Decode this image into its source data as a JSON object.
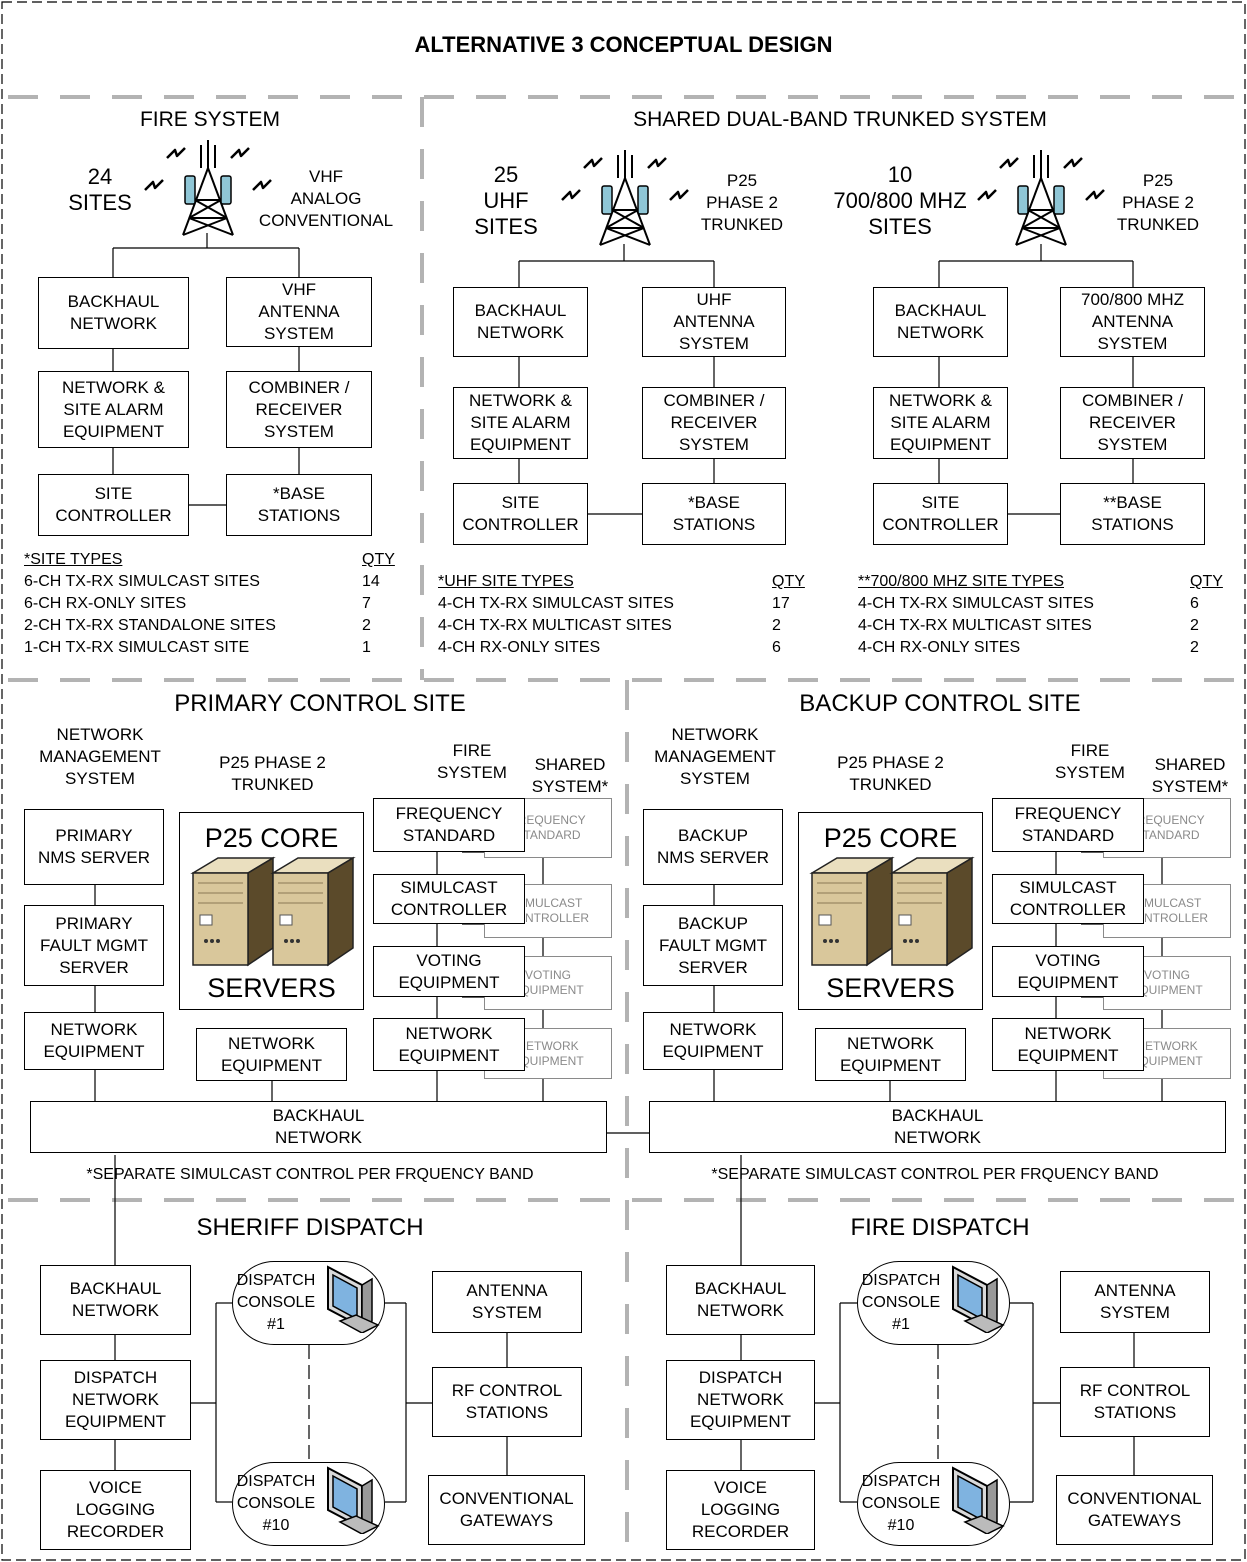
{
  "title": "ALTERNATIVE 3 CONCEPTUAL DESIGN",
  "fire_system": {
    "heading": "FIRE SYSTEM",
    "sites": "24\nSITES",
    "radio": "VHF\nANALOG\nCONVENTIONAL",
    "boxes": {
      "backhaul": "BACKHAUL\nNETWORK",
      "antenna": "VHF\nANTENNA\nSYSTEM",
      "alarm": "NETWORK &\nSITE ALARM\nEQUIPMENT",
      "combiner": "COMBINER /\nRECEIVER\nSYSTEM",
      "controller": "SITE\nCONTROLLER",
      "base": "*BASE\nSTATIONS"
    },
    "table": {
      "header": "*SITE TYPES",
      "qty_header": "QTY",
      "rows": [
        {
          "label": "6-CH TX-RX SIMULCAST SITES",
          "qty": "14"
        },
        {
          "label": "6-CH RX-ONLY SITES",
          "qty": "7"
        },
        {
          "label": "2-CH TX-RX STANDALONE SITES",
          "qty": "2"
        },
        {
          "label": "1-CH TX-RX SIMULCAST SITE",
          "qty": "1"
        }
      ]
    }
  },
  "shared_system": {
    "heading": "SHARED DUAL-BAND TRUNKED SYSTEM",
    "uhf": {
      "sites": "25\nUHF\nSITES",
      "radio": "P25\nPHASE 2\nTRUNKED",
      "boxes": {
        "backhaul": "BACKHAUL\nNETWORK",
        "antenna": "UHF\nANTENNA\nSYSTEM",
        "alarm": "NETWORK &\nSITE ALARM\nEQUIPMENT",
        "combiner": "COMBINER /\nRECEIVER\nSYSTEM",
        "controller": "SITE\nCONTROLLER",
        "base": "*BASE\nSTATIONS"
      },
      "table": {
        "header": "*UHF SITE TYPES",
        "qty_header": "QTY",
        "rows": [
          {
            "label": "4-CH TX-RX SIMULCAST SITES",
            "qty": "17"
          },
          {
            "label": "4-CH TX-RX MULTICAST SITES",
            "qty": "2"
          },
          {
            "label": "4-CH RX-ONLY SITES",
            "qty": "6"
          }
        ]
      }
    },
    "band700": {
      "sites": "10\n700/800 MHZ\nSITES",
      "radio": "P25\nPHASE 2\nTRUNKED",
      "boxes": {
        "backhaul": "BACKHAUL\nNETWORK",
        "antenna": "700/800 MHZ\nANTENNA\nSYSTEM",
        "alarm": "NETWORK &\nSITE ALARM\nEQUIPMENT",
        "combiner": "COMBINER /\nRECEIVER\nSYSTEM",
        "controller": "SITE\nCONTROLLER",
        "base": "**BASE\nSTATIONS"
      },
      "table": {
        "header": "**700/800 MHZ SITE TYPES",
        "qty_header": "QTY",
        "rows": [
          {
            "label": "4-CH TX-RX SIMULCAST SITES",
            "qty": "6"
          },
          {
            "label": "4-CH TX-RX MULTICAST SITES",
            "qty": "2"
          },
          {
            "label": "4-CH RX-ONLY SITES",
            "qty": "2"
          }
        ]
      }
    }
  },
  "primary": {
    "heading": "PRIMARY CONTROL SITE",
    "nms_label": "NETWORK\nMANAGEMENT\nSYSTEM",
    "p25_label": "P25 PHASE 2\nTRUNKED",
    "fire_label": "FIRE\nSYSTEM",
    "shared_label": "SHARED\nSYSTEM*",
    "nms_server": "PRIMARY\nNMS SERVER",
    "fault_server": "PRIMARY\nFAULT MGMT\nSERVER",
    "net_equip_left": "NETWORK\nEQUIPMENT",
    "core_top": "P25 CORE",
    "core_bottom": "SERVERS",
    "net_equip_core": "NETWORK\nEQUIPMENT",
    "fire_stack": [
      "FREQUENCY\nSTANDARD",
      "SIMULCAST\nCONTROLLER",
      "VOTING\nEQUIPMENT",
      "NETWORK\nEQUIPMENT"
    ],
    "shared_stack": [
      "FREQUENCY\nSTANDARD",
      "SIMULCAST\nCONTROLLER",
      "VOTING\nEQUIPMENT",
      "NETWORK\nEQUIPMENT"
    ],
    "backhaul": "BACKHAUL\nNETWORK",
    "note": "*SEPARATE SIMULCAST CONTROL PER FRQUENCY BAND"
  },
  "backup": {
    "heading": "BACKUP CONTROL SITE",
    "nms_label": "NETWORK\nMANAGEMENT\nSYSTEM",
    "p25_label": "P25 PHASE 2\nTRUNKED",
    "fire_label": "FIRE\nSYSTEM",
    "shared_label": "SHARED\nSYSTEM*",
    "nms_server": "BACKUP\nNMS SERVER",
    "fault_server": "BACKUP\nFAULT MGMT\nSERVER",
    "net_equip_left": "NETWORK\nEQUIPMENT",
    "core_top": "P25 CORE",
    "core_bottom": "SERVERS",
    "net_equip_core": "NETWORK\nEQUIPMENT",
    "fire_stack": [
      "FREQUENCY\nSTANDARD",
      "SIMULCAST\nCONTROLLER",
      "VOTING\nEQUIPMENT",
      "NETWORK\nEQUIPMENT"
    ],
    "shared_stack": [
      "FREQUENCY\nSTANDARD",
      "SIMULCAST\nCONTROLLER",
      "VOTING\nEQUIPMENT",
      "NETWORK\nEQUIPMENT"
    ],
    "backhaul": "BACKHAUL\nNETWORK",
    "note": "*SEPARATE SIMULCAST CONTROL PER FRQUENCY BAND"
  },
  "sheriff": {
    "heading": "SHERIFF DISPATCH",
    "backhaul": "BACKHAUL\nNETWORK",
    "dispatch_net": "DISPATCH\nNETWORK\nEQUIPMENT",
    "voice": "VOICE\nLOGGING\nRECORDER",
    "console1": "DISPATCH\nCONSOLE\n#1",
    "console10": "DISPATCH\nCONSOLE\n#10",
    "antenna": "ANTENNA\nSYSTEM",
    "rf": "RF CONTROL\nSTATIONS",
    "gateways": "CONVENTIONAL\nGATEWAYS"
  },
  "fire_dispatch": {
    "heading": "FIRE DISPATCH",
    "backhaul": "BACKHAUL\nNETWORK",
    "dispatch_net": "DISPATCH\nNETWORK\nEQUIPMENT",
    "voice": "VOICE\nLOGGING\nRECORDER",
    "console1": "DISPATCH\nCONSOLE\n#1",
    "console10": "DISPATCH\nCONSOLE\n#10",
    "antenna": "ANTENNA\nSYSTEM",
    "rf": "RF CONTROL\nSTATIONS",
    "gateways": "CONVENTIONAL\nGATEWAYS"
  },
  "icons": [
    "radio-tower-icon",
    "server-icon",
    "computer-monitor-icon"
  ]
}
